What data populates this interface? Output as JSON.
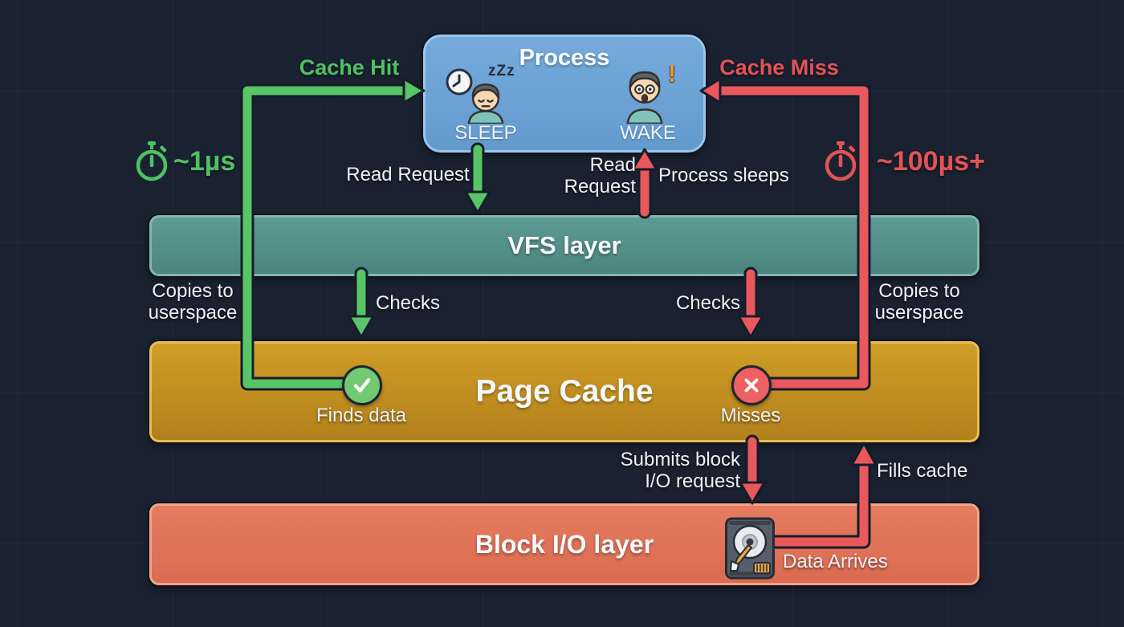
{
  "colors": {
    "background": "#1a2130",
    "hit_green": "#58c566",
    "miss_red": "#e9585c",
    "process_blue": "#6ba3d6",
    "vfs_teal": "#549089",
    "page_cache_gold": "#c79422",
    "block_io_coral": "#e27459"
  },
  "process": {
    "title": "Process",
    "sleep_label": "SLEEP",
    "wake_label": "WAKE",
    "zzz": "zZz",
    "exclamation": "!"
  },
  "layers": {
    "vfs": "VFS layer",
    "page_cache": "Page Cache",
    "block_io": "Block I/O layer"
  },
  "hit": {
    "label": "Cache Hit",
    "latency": "~1µs",
    "read_request": "Read Request",
    "checks": "Checks",
    "copies": "Copies to userspace",
    "finds": "Finds data"
  },
  "miss": {
    "label": "Cache Miss",
    "latency": "~100µs+",
    "read_request": "Read Request",
    "process_sleeps": "Process sleeps",
    "checks": "Checks",
    "copies": "Copies to userspace",
    "misses": "Misses",
    "submits": "Submits block I/O request",
    "fills": "Fills cache",
    "data_arrives": "Data Arrives"
  }
}
